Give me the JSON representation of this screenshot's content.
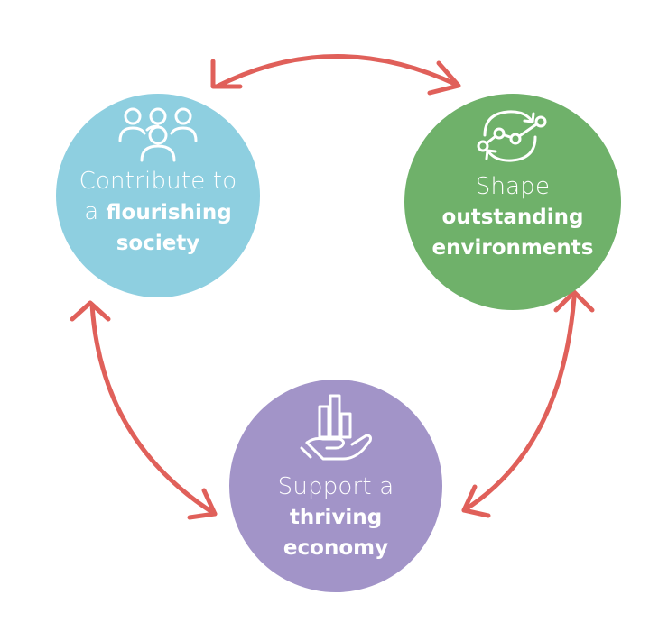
{
  "nodes": {
    "society": {
      "icon": "people-group-icon",
      "line1": "Contribute to",
      "line2_prefix": "a ",
      "line2_bold": "flourishing",
      "line3": "society",
      "color": "#8ecfe0"
    },
    "environments": {
      "icon": "trend-cycle-icon",
      "line1": "Shape",
      "line2": "outstanding",
      "line3": "environments",
      "color": "#6fb16a"
    },
    "economy": {
      "icon": "hand-bar-chart-icon",
      "line1": "Support a",
      "line2": "thriving",
      "line3": "economy",
      "color": "#a294c8"
    }
  },
  "arrows": {
    "color": "#e0605a",
    "style": "double-headed"
  }
}
